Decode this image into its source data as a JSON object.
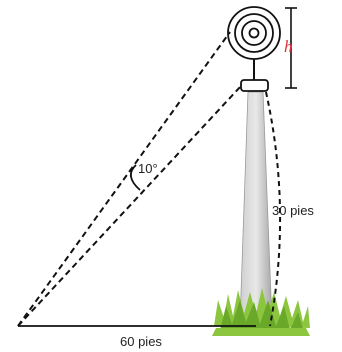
{
  "labels": {
    "angle": "10°",
    "height_segment": "h",
    "pole_height": "30 pies",
    "ground_distance": "60 pies"
  },
  "colors": {
    "line": "#111111",
    "pole_light": "#d9d9d9",
    "pole_dark": "#a9a9a9",
    "grass": "#8cc63f",
    "grass_dark": "#6aa82a",
    "h_label": "#d6303a"
  }
}
